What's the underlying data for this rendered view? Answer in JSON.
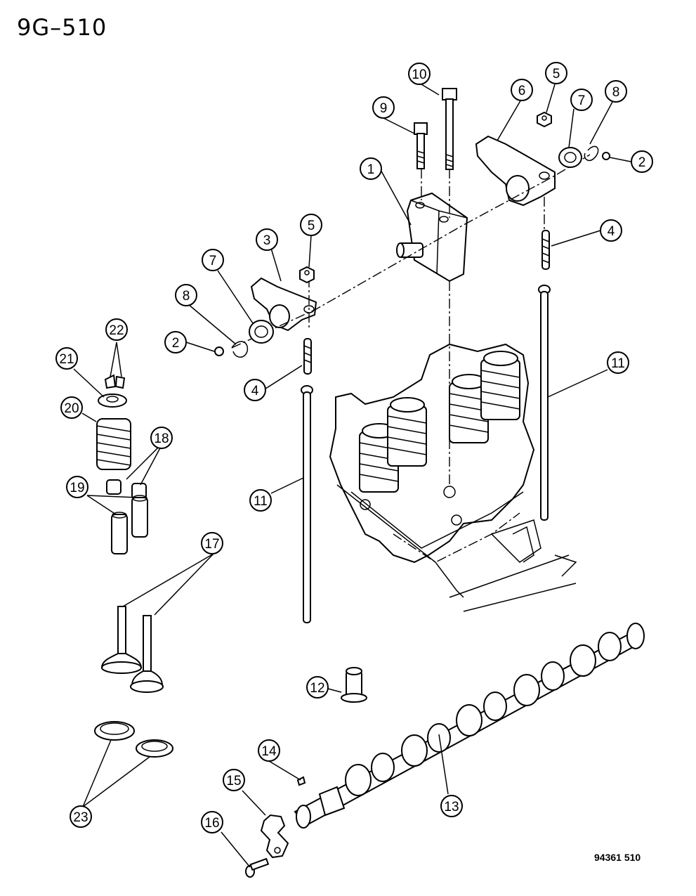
{
  "page": {
    "title": "9G–510",
    "figure_code": "94361 510"
  },
  "callouts": [
    "1",
    "2",
    "3",
    "4",
    "5",
    "6",
    "7",
    "8",
    "9",
    "10",
    "11",
    "12",
    "13",
    "14",
    "15",
    "16",
    "17",
    "18",
    "19",
    "20",
    "21",
    "22",
    "23"
  ]
}
